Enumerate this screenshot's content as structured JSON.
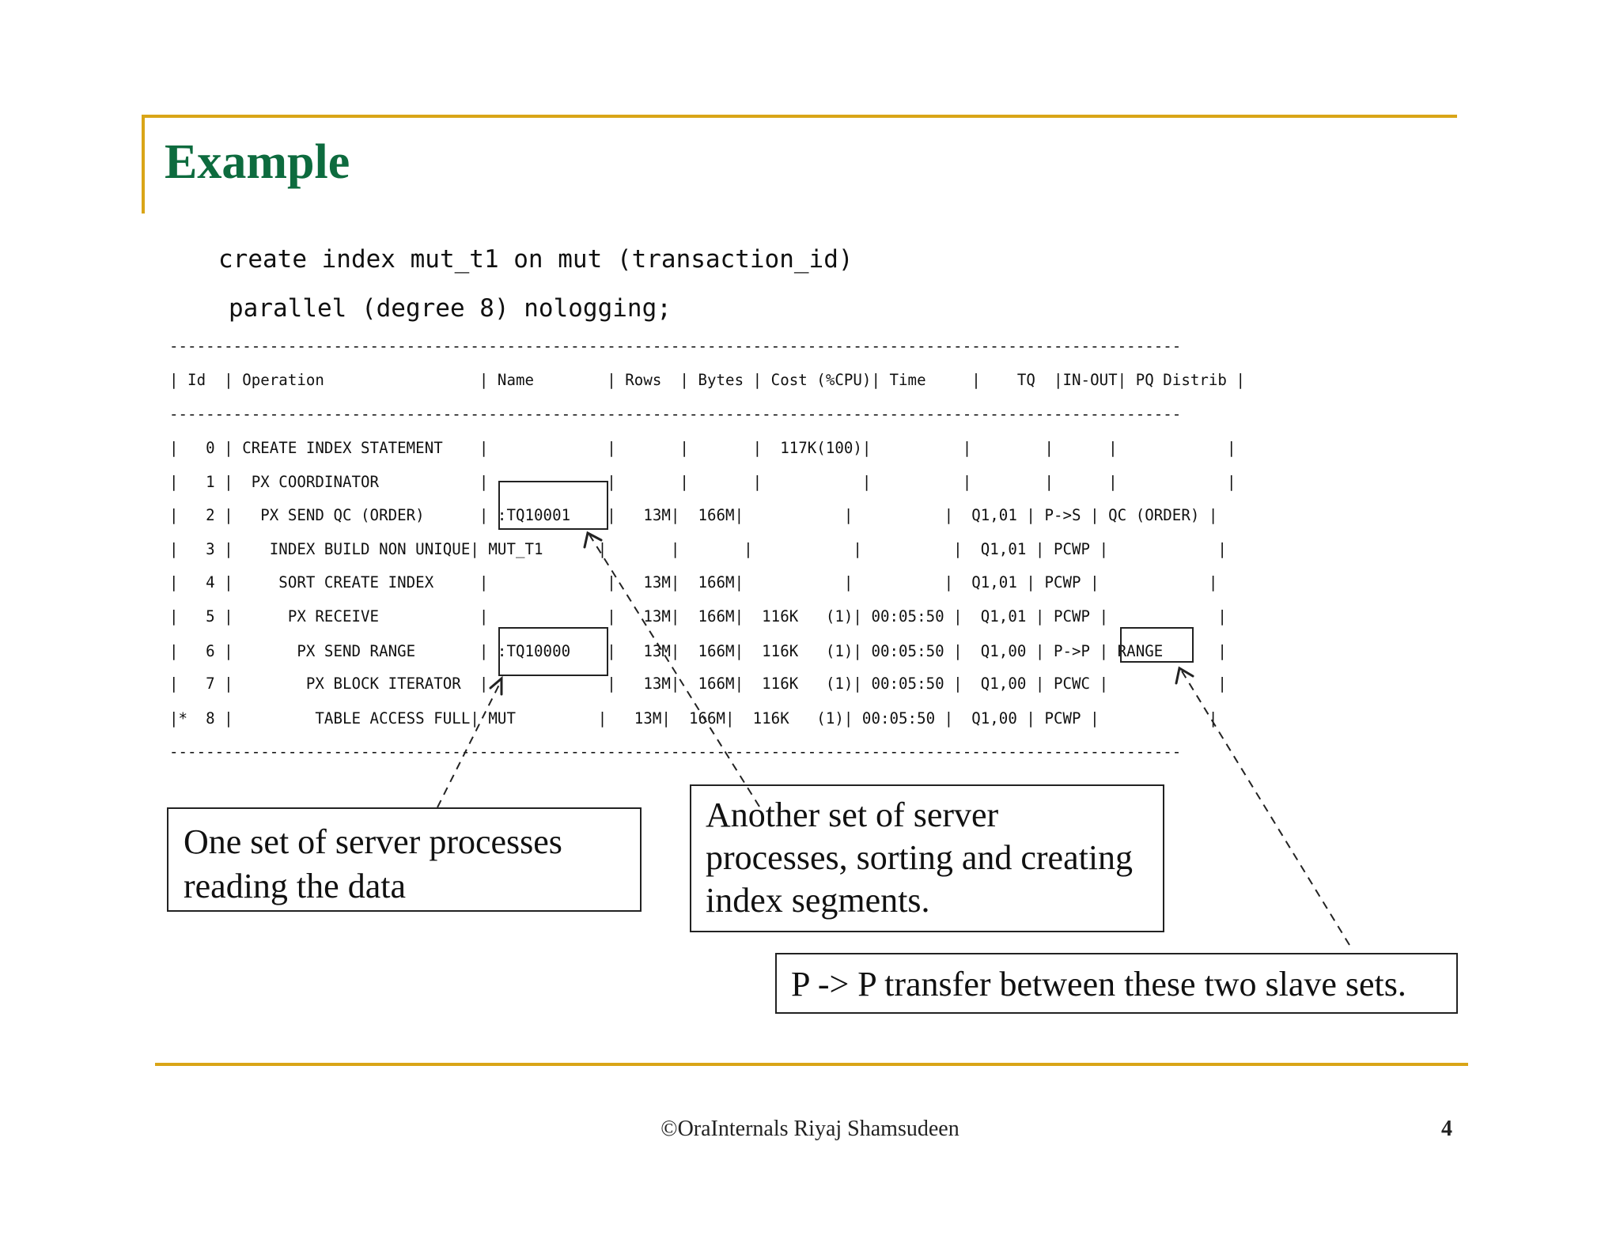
{
  "slide": {
    "title": "Example",
    "sql": [
      "create index mut_t1 on mut (transaction_id)",
      "parallel (degree 8) nologging;"
    ],
    "plan_lines": [
      "---------------------------------------------------------------------------------------------------------------",
      "| Id  | Operation                 | Name        | Rows  | Bytes | Cost (%CPU)| Time     |    TQ  |IN-OUT| PQ Distrib |",
      "---------------------------------------------------------------------------------------------------------------",
      "|   0 | CREATE INDEX STATEMENT    |             |       |       |  117K(100)|          |        |      |            |",
      "|   1 |  PX COORDINATOR           |             |       |       |           |          |        |      |            |",
      "|   2 |   PX SEND QC (ORDER)      | :TQ10001    |   13M|  166M|           |          |  Q1,01 | P->S | QC (ORDER) |",
      "|   3 |    INDEX BUILD NON UNIQUE| MUT_T1      |       |       |           |          |  Q1,01 | PCWP |            |",
      "|   4 |     SORT CREATE INDEX     |             |   13M|  166M|           |          |  Q1,01 | PCWP |            |",
      "|   5 |      PX RECEIVE           |             |   13M|  166M|  116K   (1)| 00:05:50 |  Q1,01 | PCWP |            |",
      "|   6 |       PX SEND RANGE       | :TQ10000    |   13M|  166M|  116K   (1)| 00:05:50 |  Q1,00 | P->P | RANGE      |",
      "|   7 |        PX BLOCK ITERATOR  |             |   13M|  166M|  116K   (1)| 00:05:50 |  Q1,00 | PCWC |            |",
      "|*  8 |         TABLE ACCESS FULL| MUT         |   13M|  166M|  116K   (1)| 00:05:50 |  Q1,00 | PCWP |            |",
      "---------------------------------------------------------------------------------------------------------------"
    ],
    "callouts": {
      "read": [
        "One set of  server processes",
        "reading the data"
      ],
      "sort": [
        "Another set of  server",
        "processes, sorting and creating",
        "index segments."
      ],
      "transfer": "P -> P transfer between these two slave sets."
    },
    "footer": "©OraInternals  Riyaj Shamsudeen",
    "page_number": "4",
    "colors": {
      "title": "#0d6b3e",
      "rule": "#d9a517"
    }
  }
}
